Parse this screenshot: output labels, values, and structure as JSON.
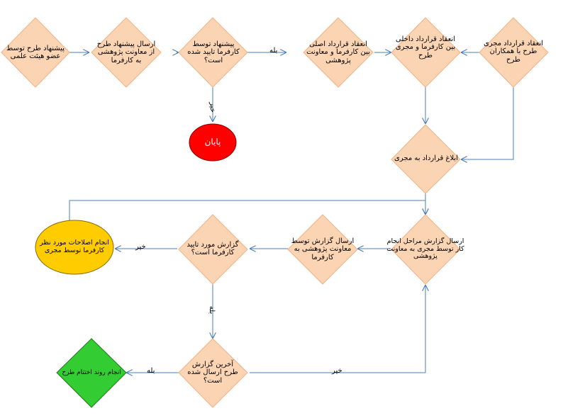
{
  "colors": {
    "process_fill": "#FBD4B4",
    "process_stroke": "#F1B183",
    "end_fill": "#FF0000",
    "end_stroke": "#8B0000",
    "revise_fill": "#FFCC00",
    "revise_stroke": "#8A6A00",
    "finish_fill": "#33CC33",
    "finish_stroke": "#1E7A1E",
    "connector": "#4A7EBB"
  },
  "nodes": {
    "n1": "پیشنهاد طرح توسط عضو هیئت علمی",
    "n2": "ارسال پیشنهاد طرح از معاونت پژوهشی به کارفرما",
    "n3": "پیشنهاد توسط کارفرما تایید شده است؟",
    "n4": "انعقاد قرارداد اصلی بین کارفرما و معاونت پژوهشی",
    "n5": "انعقاد قرارداد داخلی بین کارفرما و مجری طرح",
    "n6": "انعقاد قرارداد مجری طرح با همکاران طرح",
    "n7": "ابلاغ قرارداد به مجری",
    "end": "پایان",
    "n8": "ارسال گزارش مراحل انجام کار توسط مجری به معاونت پژوهشی",
    "n9": "ارسال گزارش توسط معاونت پژوهشی به کارفرما",
    "n10": "گزارش مورد تایید کارفرما است؟",
    "n11": "انجام اصلاحات مورد نظر کارفرما توسط مجری",
    "n12": "آخرین گزارش طرح ارسال شده است؟",
    "n13": "انجام روند اختتام طرح"
  },
  "edge_labels": {
    "yes_1": "بله",
    "no_1": "خیر",
    "no_2": "خیر",
    "yes_2": "بله",
    "no_3": "خیر",
    "yes_3": "بله"
  }
}
